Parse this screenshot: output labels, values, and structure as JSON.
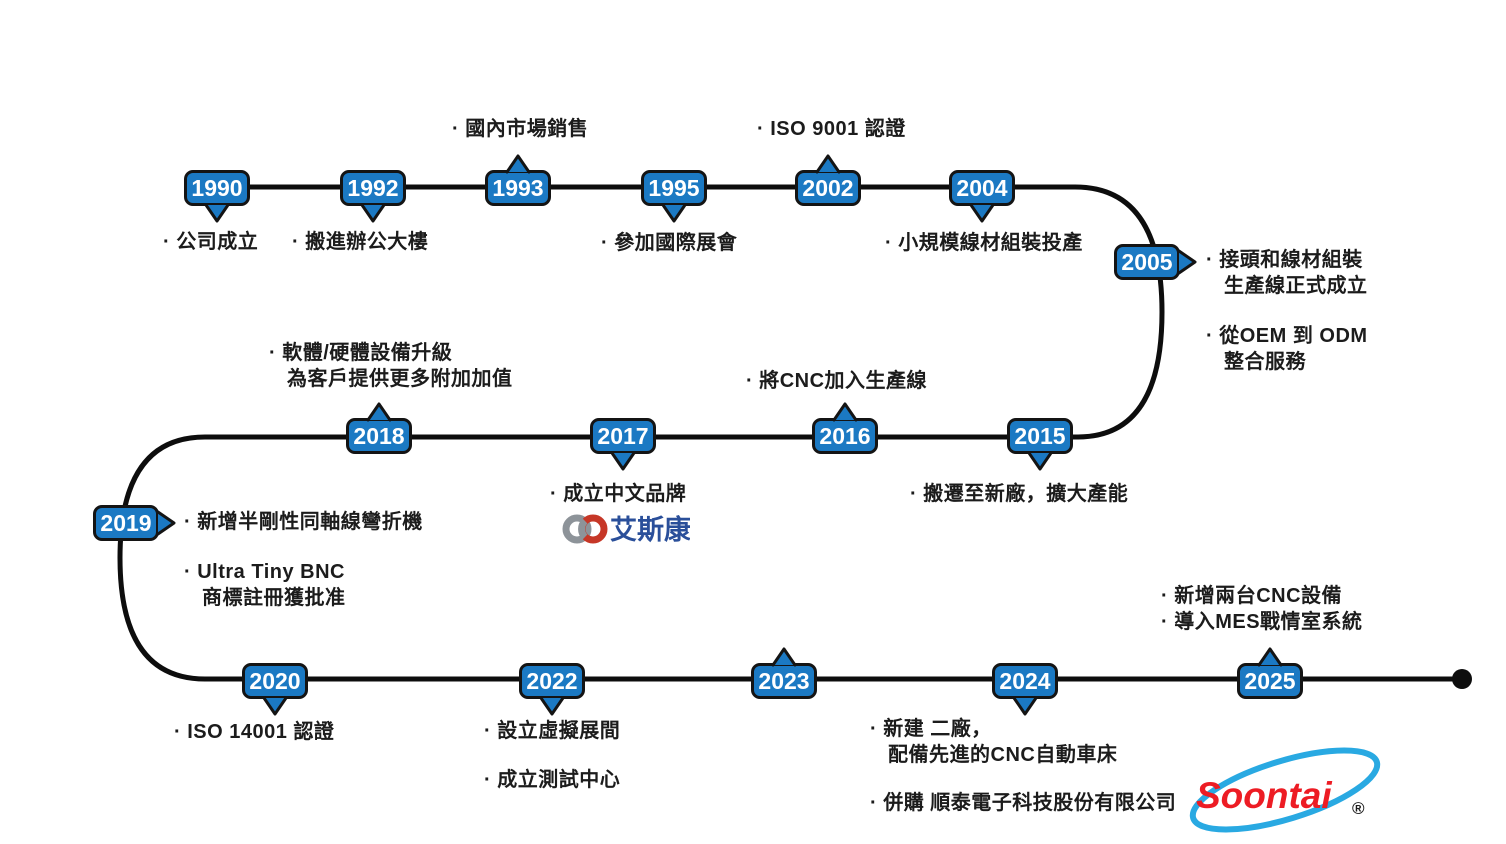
{
  "colors": {
    "badge_blue": "#1b79c3",
    "line_black": "#0d0d0d",
    "note_text": "#1c1c1c",
    "soontai_red": "#ed1c24",
    "soontai_swoosh_blue": "#29a9e2",
    "aiscon_text_blue": "#2a4f9a",
    "aiscon_ring_gray": "#8d9399",
    "aiscon_ring_red": "#c63727"
  },
  "events": [
    {
      "year": "1990",
      "notes": [
        {
          "lines": [
            "· 公司成立"
          ]
        }
      ]
    },
    {
      "year": "1992",
      "notes": [
        {
          "lines": [
            "· 搬進辦公大樓"
          ]
        }
      ]
    },
    {
      "year": "1993",
      "notes": [
        {
          "lines": [
            "· 國內市場銷售"
          ]
        }
      ]
    },
    {
      "year": "1995",
      "notes": [
        {
          "lines": [
            "· 參加國際展會"
          ]
        }
      ]
    },
    {
      "year": "2002",
      "notes": [
        {
          "lines": [
            "· ISO 9001 認證"
          ]
        }
      ]
    },
    {
      "year": "2004",
      "notes": [
        {
          "lines": [
            "· 小規模線材組裝投產"
          ]
        }
      ]
    },
    {
      "year": "2005",
      "notes": [
        {
          "lines": [
            "· 接頭和線材組裝",
            "生產線正式成立"
          ]
        },
        {
          "lines": [
            "· 從OEM 到 ODM",
            "整合服務"
          ]
        }
      ]
    },
    {
      "year": "2015",
      "notes": [
        {
          "lines": [
            "· 搬遷至新廠，擴大產能"
          ]
        }
      ]
    },
    {
      "year": "2016",
      "notes": [
        {
          "lines": [
            "· 將CNC加入生產線"
          ]
        }
      ]
    },
    {
      "year": "2017",
      "notes": [
        {
          "lines": [
            "· 成立中文品牌"
          ]
        }
      ]
    },
    {
      "year": "2018",
      "notes": [
        {
          "lines": [
            "· 軟體/硬體設備升級",
            "為客戶提供更多附加加值"
          ]
        }
      ]
    },
    {
      "year": "2019",
      "notes": [
        {
          "lines": [
            "· 新增半剛性同軸線彎折機"
          ]
        },
        {
          "lines": [
            "· Ultra Tiny BNC",
            "商標註冊獲批准"
          ]
        }
      ]
    },
    {
      "year": "2020",
      "notes": [
        {
          "lines": [
            "· ISO 14001 認證"
          ]
        }
      ]
    },
    {
      "year": "2022",
      "notes": [
        {
          "lines": [
            "· 設立虛擬展間"
          ]
        },
        {
          "lines": [
            "· 成立測試中心"
          ]
        }
      ]
    },
    {
      "year": "2023",
      "notes": []
    },
    {
      "year": "2024",
      "notes": [
        {
          "lines": [
            "· 新建 二廠，",
            "配備先進的CNC自動車床"
          ]
        },
        {
          "lines": [
            "· 併購 順泰電子科技股份有限公司"
          ]
        }
      ]
    },
    {
      "year": "2025",
      "notes": [
        {
          "lines": [
            "· 新增兩台CNC設備",
            "· 導入MES戰情室系統"
          ]
        }
      ]
    }
  ],
  "logos": {
    "aiscon": {
      "text": "艾斯康"
    },
    "soontai": {
      "text": "Soontai",
      "reg": "®"
    }
  }
}
